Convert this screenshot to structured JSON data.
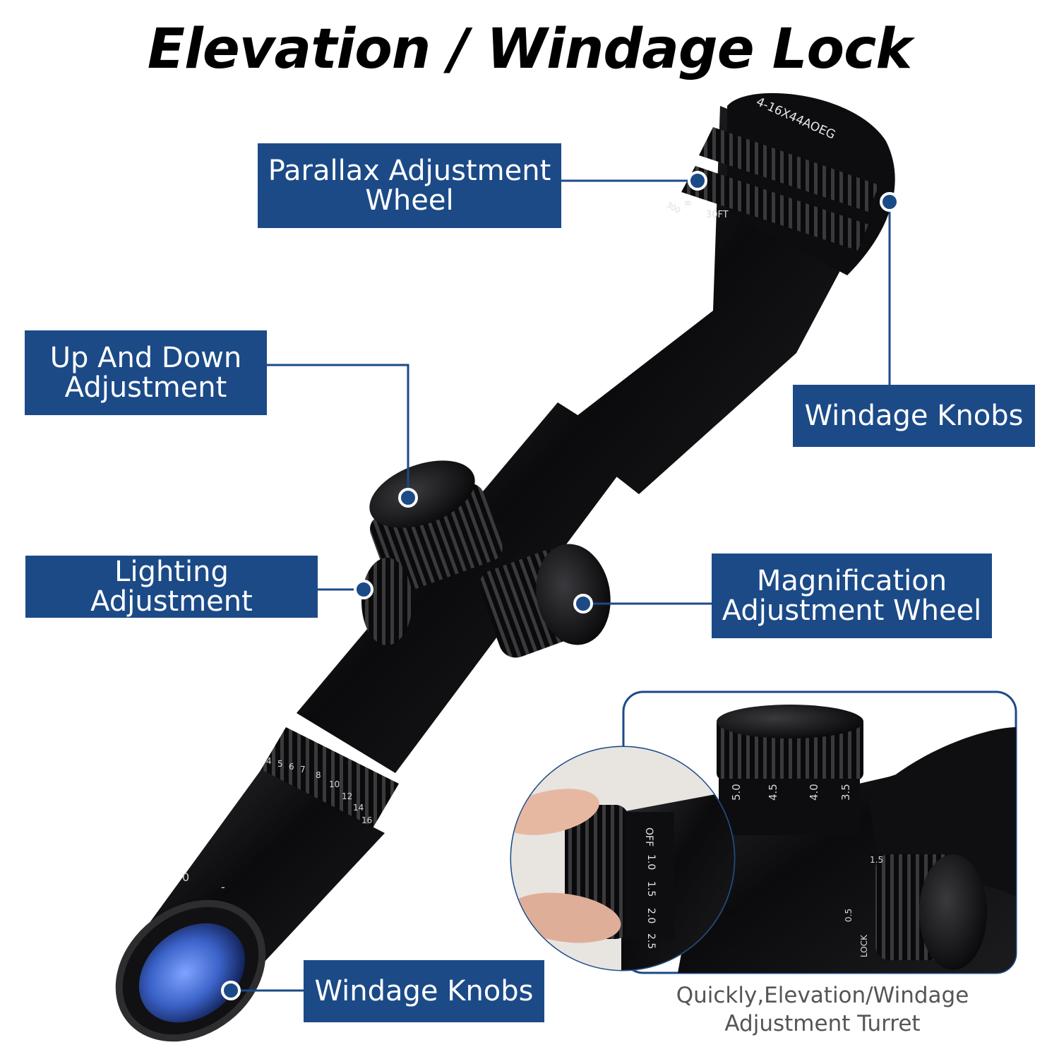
{
  "title": "Elevation / Windage Lock",
  "labels": {
    "parallax": [
      "Parallax Adjustment",
      "Wheel"
    ],
    "up_down": [
      "Up And Down",
      "Adjustment"
    ],
    "windage_top": "Windage Knobs",
    "lighting": "Lighting Adjustment",
    "magnification": [
      "Magnification",
      "Adjustment Wheel"
    ],
    "windage_bottom": "Windage Knobs"
  },
  "inset_caption": [
    "Quickly,Elevation/Windage",
    "Adjustment Turret"
  ],
  "scope_markings": {
    "model": "4-16X44AOEG",
    "parallax_30ft": "30FT",
    "parallax_inf": "∞",
    "parallax_300": "300",
    "magnification_scale": [
      "4",
      "5",
      "6",
      "7",
      "8",
      "10",
      "12",
      "14",
      "16"
    ],
    "turret_scale": [
      "5.0",
      "4.5",
      "4.0",
      "3.5"
    ],
    "side_knob_scale": [
      "1.0",
      "1.5",
      "2.0",
      "2.5"
    ],
    "side_knob_off": "OFF",
    "brightness_scale": [
      "1.5",
      "0.5"
    ],
    "brightness_lock": "LOCK",
    "eyepiece_marks": [
      "0",
      "-"
    ]
  },
  "colors": {
    "label_bg": "#1b4a87",
    "accent_line": "#1b4a87",
    "scope_body": "#0c0c0e",
    "caption_text": "#555555",
    "lens_blue": "#3b62c8"
  }
}
